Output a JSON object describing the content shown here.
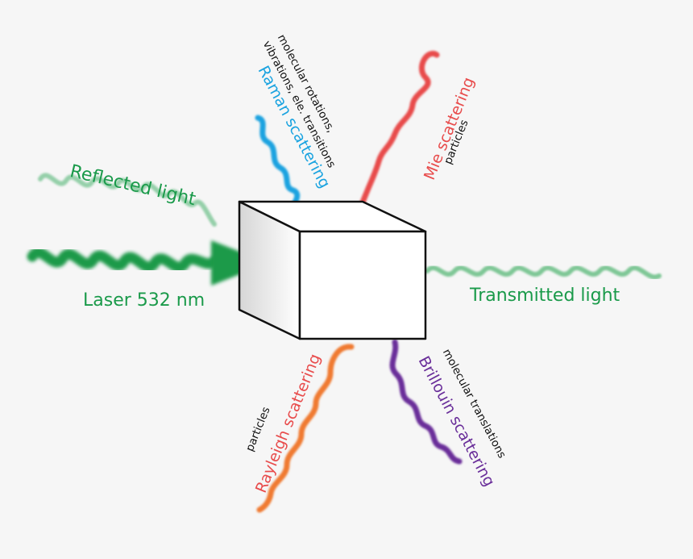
{
  "labels": {
    "reflected": "Reflected light",
    "laser": "Laser 532 nm",
    "transmitted": "Transmitted light",
    "raman": "Raman scattering",
    "raman_note_1": "molecular rotations,",
    "raman_note_2": "vibrations, ele. transitions",
    "mie": "Mie scattering",
    "mie_note": "particles",
    "rayleigh": "Rayleigh scattering",
    "rayleigh_note": "particles",
    "brillouin": "Brillouin scattering",
    "brillouin_note": "molecular translations"
  },
  "colors": {
    "green": "#1a9a4a",
    "green_light": "#7fc796",
    "raman": "#1aa3e0",
    "mie": "#e84c4c",
    "rayleigh": "#f07a30",
    "brillouin": "#6a2f9a",
    "cube_edge": "#111111"
  }
}
